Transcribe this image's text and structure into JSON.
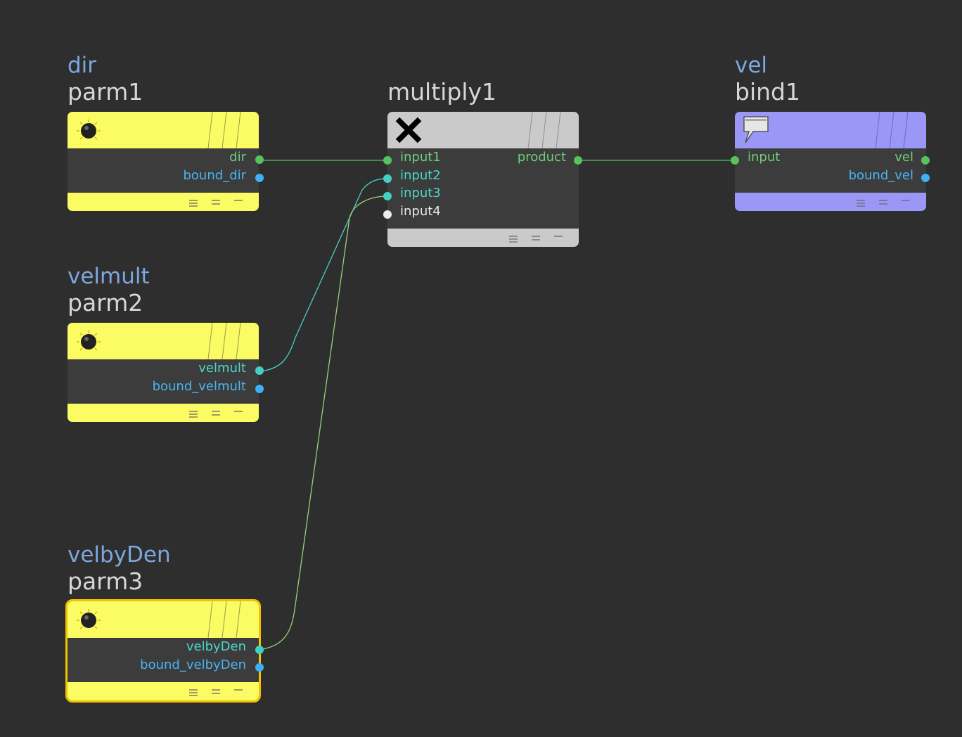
{
  "nodes": {
    "parm1": {
      "param_name": "dir",
      "node_name": "parm1",
      "icon": "knob-icon",
      "outputs": [
        {
          "label": "dir",
          "color": "#56c35e"
        },
        {
          "label": "bound_dir",
          "color": "#3fb0f4"
        }
      ]
    },
    "parm2": {
      "param_name": "velmult",
      "node_name": "parm2",
      "icon": "knob-icon",
      "outputs": [
        {
          "label": "velmult",
          "color": "#46d0c4"
        },
        {
          "label": "bound_velmult",
          "color": "#3fb0f4"
        }
      ]
    },
    "parm3": {
      "param_name": "velbyDen",
      "node_name": "parm3",
      "icon": "knob-icon",
      "selected": true,
      "outputs": [
        {
          "label": "velbyDen",
          "color": "#46d0c4"
        },
        {
          "label": "bound_velbyDen",
          "color": "#3fb0f4"
        }
      ]
    },
    "multiply1": {
      "node_name": "multiply1",
      "icon": "multiply-x-icon",
      "inputs": [
        {
          "label": "input1",
          "color": "#56c35e"
        },
        {
          "label": "input2",
          "color": "#46d0c4"
        },
        {
          "label": "input3",
          "color": "#46d0c4"
        },
        {
          "label": "input4",
          "color": "#ececec"
        }
      ],
      "outputs": [
        {
          "label": "product",
          "color": "#56c35e"
        }
      ]
    },
    "bind1": {
      "param_name": "vel",
      "node_name": "bind1",
      "icon": "speech-bubble-icon",
      "inputs": [
        {
          "label": "input",
          "color": "#56c35e"
        }
      ],
      "outputs": [
        {
          "label": "vel",
          "color": "#56c35e"
        },
        {
          "label": "bound_vel",
          "color": "#3fb0f4"
        }
      ]
    }
  },
  "connections": [
    {
      "from": "parm1.dir",
      "to": "multiply1.input1",
      "color": "#56c35e"
    },
    {
      "from": "parm2.velmult",
      "to": "multiply1.input2",
      "color": "#46d0c4"
    },
    {
      "from": "parm3.velbyDen",
      "to": "multiply1.input3",
      "color": "#9ad07a"
    },
    {
      "from": "multiply1.product",
      "to": "bind1.input",
      "color": "#56c35e"
    }
  ],
  "colors": {
    "background": "#2e2e2e",
    "parm_node": "#fbfb63",
    "multiply_node": "#cacaca",
    "bind_node": "#9b97f7",
    "param_label": "#7ea6de",
    "selection_outline": "#f2c200"
  }
}
